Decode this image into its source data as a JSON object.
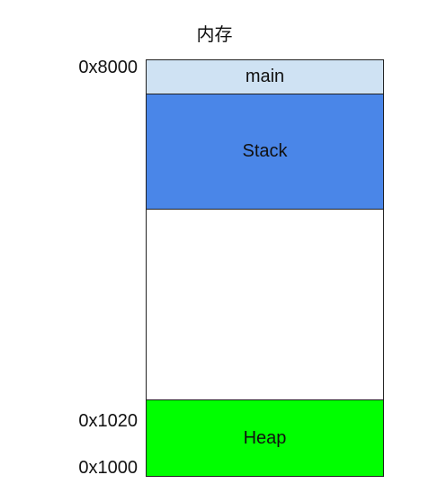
{
  "title": "内存",
  "addresses": {
    "top": "0x8000",
    "heap_top": "0x1020",
    "bottom": "0x1000"
  },
  "segments": {
    "main": {
      "label": "main",
      "color": "#cfe2f3"
    },
    "stack": {
      "label": "Stack",
      "color": "#4a86e8"
    },
    "free": {
      "label": "",
      "color": "#ffffff"
    },
    "heap": {
      "label": "Heap",
      "color": "#00ff00"
    }
  }
}
